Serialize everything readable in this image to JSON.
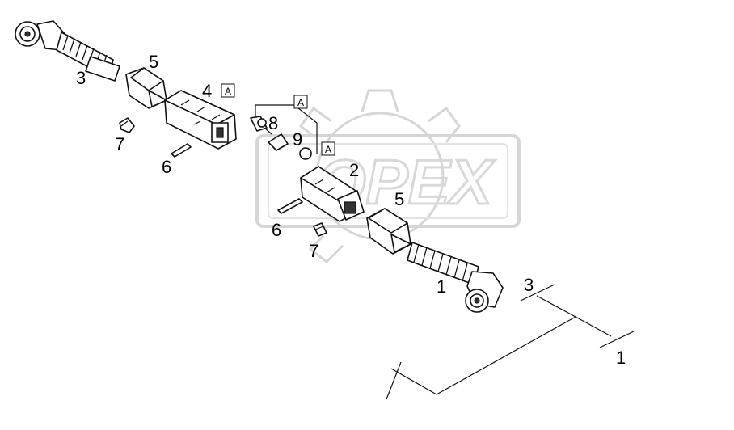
{
  "watermark": {
    "text": "OPEX"
  },
  "callouts": {
    "p1": "1",
    "p2": "2",
    "p3a": "3",
    "p4": "4",
    "p5a": "5",
    "p5b": "5",
    "p6a": "6",
    "p6b": "6",
    "p7a": "7",
    "p7b": "7",
    "p8": "8",
    "p9": "9"
  },
  "detail_boxes": {
    "a1": "A",
    "a2": "A",
    "a3": "A"
  },
  "legend": {
    "l3": "3",
    "l1": "1"
  }
}
